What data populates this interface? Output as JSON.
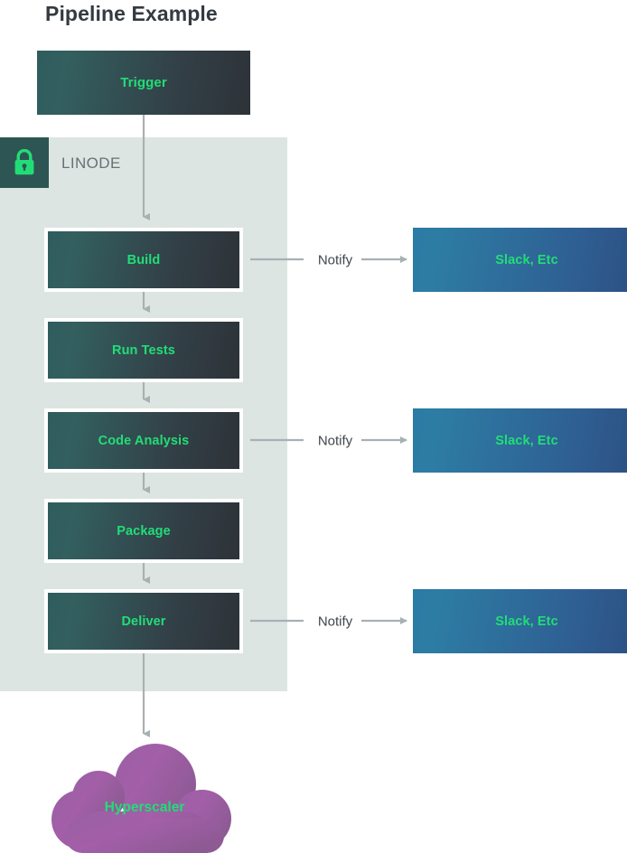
{
  "title": "Pipeline Example",
  "colors": {
    "accent_green": "#22dd77",
    "panel_bg": "#dde5e3",
    "lock_badge": "#2d5553",
    "stage_gradient_start": "#2f5c5d",
    "stage_gradient_end": "#2d3338",
    "notify_gradient_start": "#2a7ba5",
    "notify_gradient_end": "#2c4f82",
    "cloud_start": "#a35fa8",
    "cloud_end": "#8f5b96",
    "connector": "#a9b0b3",
    "title_text": "#333a41",
    "linode_text": "#6a6f73",
    "notify_text": "#3f464c"
  },
  "trigger": {
    "label": "Trigger"
  },
  "linode": {
    "label": "LINODE",
    "icon": "lock-icon"
  },
  "stages": [
    {
      "label": "Build"
    },
    {
      "label": "Run Tests"
    },
    {
      "label": "Code Analysis"
    },
    {
      "label": "Package"
    },
    {
      "label": "Deliver"
    }
  ],
  "notify_targets": [
    {
      "connector_label": "Notify",
      "label": "Slack, Etc",
      "from_stage": "Build"
    },
    {
      "connector_label": "Notify",
      "label": "Slack, Etc",
      "from_stage": "Code Analysis"
    },
    {
      "connector_label": "Notify",
      "label": "Slack, Etc",
      "from_stage": "Deliver"
    }
  ],
  "cloud": {
    "label": "Hyperscaler"
  }
}
